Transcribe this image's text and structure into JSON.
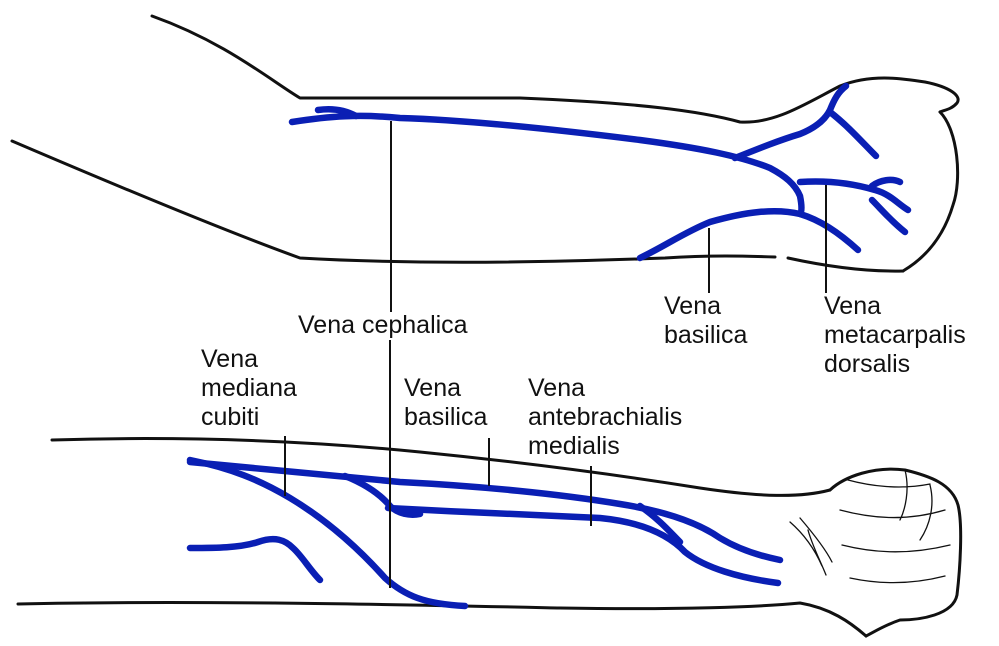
{
  "colors": {
    "vein": "#0a1fb4",
    "outline": "#111111",
    "background": "#ffffff"
  },
  "labels": {
    "top_basilica": [
      "Vena",
      "basilica"
    ],
    "top_metacarpalis": [
      "Vena",
      "metacarpalis",
      "dorsalis"
    ],
    "cephalica": [
      "Vena cephalica"
    ],
    "mediana_cubiti": [
      "Vena",
      "mediana",
      "cubiti"
    ],
    "bottom_basilica": [
      "Vena",
      "basilica"
    ],
    "antebrachialis": [
      "Vena",
      "antebrachialis",
      "medialis"
    ]
  }
}
